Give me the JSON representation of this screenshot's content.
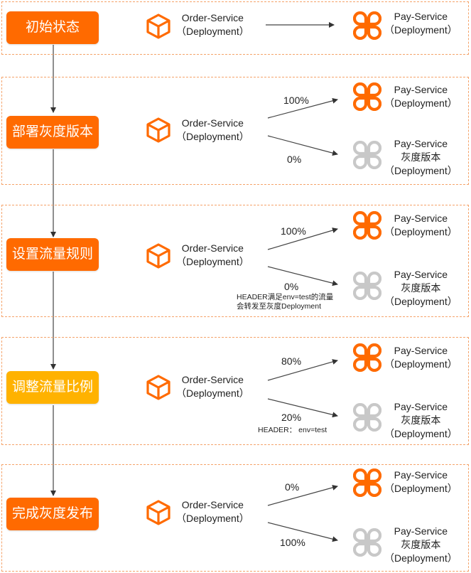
{
  "colors": {
    "accent": "#ff6a00",
    "highlight": "#ffb200",
    "gray_icon": "#c8c8c8",
    "border": "#f5a36a"
  },
  "stages": [
    {
      "step": "初始状态",
      "order_name": "Order-Service",
      "order_kind": "（Deployment）",
      "pay_name": "Pay-Service",
      "pay_kind": "（Deployment）"
    },
    {
      "step": "部署灰度版本",
      "order_name": "Order-Service",
      "order_kind": "（Deployment）",
      "pay_name": "Pay-Service",
      "pay_kind": "（Deployment）",
      "gray_name": "Pay-Service",
      "gray_version": "灰度版本",
      "gray_kind": "（Deployment）",
      "pct_main": "100%",
      "pct_gray": "0%"
    },
    {
      "step": "设置流量规则",
      "order_name": "Order-Service",
      "order_kind": "（Deployment）",
      "pay_name": "Pay-Service",
      "pay_kind": "（Deployment）",
      "gray_name": "Pay-Service",
      "gray_version": "灰度版本",
      "gray_kind": "（Deployment）",
      "pct_main": "100%",
      "pct_gray": "0%",
      "note_line1": "HEADER满足env=test的流量",
      "note_line2": "会转发至灰度Deployment"
    },
    {
      "step": "调整流量比例",
      "order_name": "Order-Service",
      "order_kind": "（Deployment）",
      "pay_name": "Pay-Service",
      "pay_kind": "（Deployment）",
      "gray_name": "Pay-Service",
      "gray_version": "灰度版本",
      "gray_kind": "（Deployment）",
      "pct_main": "80%",
      "pct_gray": "20%",
      "note_line1": "HEADER： env=test"
    },
    {
      "step": "完成灰度发布",
      "order_name": "Order-Service",
      "order_kind": "（Deployment）",
      "pay_name": "Pay-Service",
      "pay_kind": "（Deployment）",
      "gray_name": "Pay-Service",
      "gray_version": "灰度版本",
      "gray_kind": "（Deployment）",
      "pct_main": "0%",
      "pct_gray": "100%"
    }
  ]
}
